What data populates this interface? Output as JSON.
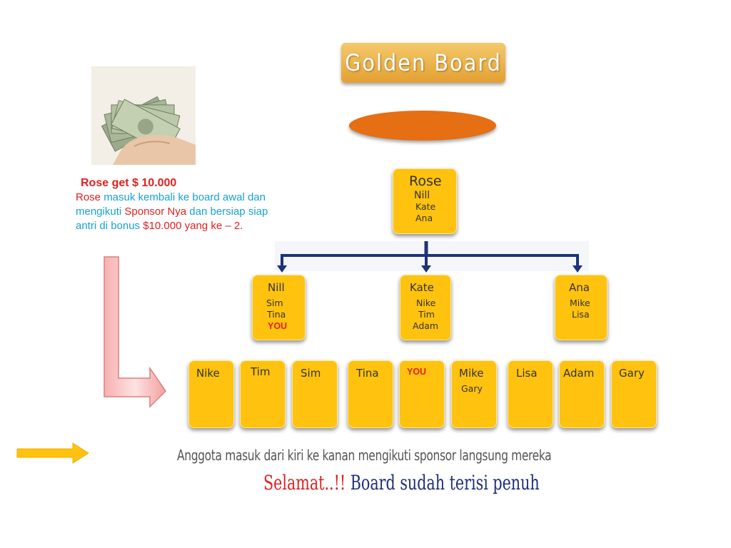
{
  "title": "Golden Board",
  "info": {
    "headline": "Rose get $ 10.000",
    "segments": [
      {
        "text": "Rose ",
        "color": "red"
      },
      {
        "text": "masuk kembali ke board awal dan mengikuti ",
        "color": "blue"
      },
      {
        "text": "Sponsor  Nya",
        "color": "red"
      },
      {
        "text": " dan bersiap siap antri di bonus ",
        "color": "blue"
      },
      {
        "text": "$10.000 yang ke – 2.",
        "color": "red"
      }
    ]
  },
  "top_node": {
    "name": "Rose",
    "members": [
      "Nill",
      "Kate",
      "Ana"
    ]
  },
  "level2": [
    {
      "name": "Nill",
      "members": [
        "Sim",
        "Tina"
      ],
      "highlight": "YOU"
    },
    {
      "name": "Kate",
      "members": [
        "Nike",
        "Tim",
        "Adam"
      ]
    },
    {
      "name": "Ana",
      "members": [
        "Mike",
        "Lisa"
      ]
    }
  ],
  "level3": [
    {
      "name": "Nike"
    },
    {
      "name": "Tim"
    },
    {
      "name": "Sim"
    },
    {
      "name": "Tina"
    },
    {
      "name": "YOU",
      "is_you": true
    },
    {
      "name": "Mike",
      "sub": "Gary"
    },
    {
      "name": "Lisa"
    },
    {
      "name": "Adam"
    },
    {
      "name": "Gary"
    }
  ],
  "caption": "Anggota masuk dari kiri ke kanan mengikuti sponsor langsung mereka",
  "congrats": {
    "part1": "Selamat..!!",
    "part2": " Board sudah terisi penuh"
  },
  "colors": {
    "box": "#ffc20e",
    "oval": "#e56f12",
    "title": "#e3a033",
    "red": "#e02020",
    "blue": "#1aa0d8",
    "navy": "#1f2e7a"
  },
  "icons": [
    "money-photo",
    "l-shaped-arrow-icon",
    "right-arrow-icon"
  ]
}
